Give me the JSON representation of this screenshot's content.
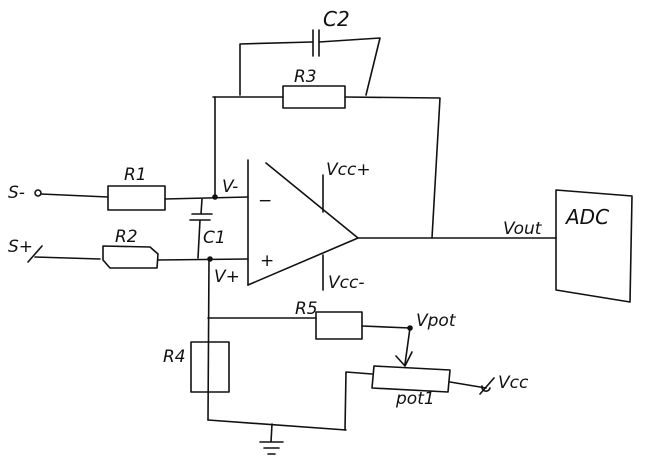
{
  "labels": {
    "c2": "C2",
    "r3": "R3",
    "s_minus": "S-",
    "r1": "R1",
    "v_minus": "V-",
    "vcc_plus": "Vcc+",
    "vout": "Vout",
    "adc": "ADC",
    "s_plus": "S+",
    "r2": "R2",
    "c1": "C1",
    "v_plus": "V+",
    "vcc_minus": "Vcc-",
    "r5": "R5",
    "vpot": "Vpot",
    "r4": "R4",
    "pot1": "pot1",
    "vcc": "Vcc",
    "opamp_minus": "−",
    "opamp_plus": "+"
  }
}
